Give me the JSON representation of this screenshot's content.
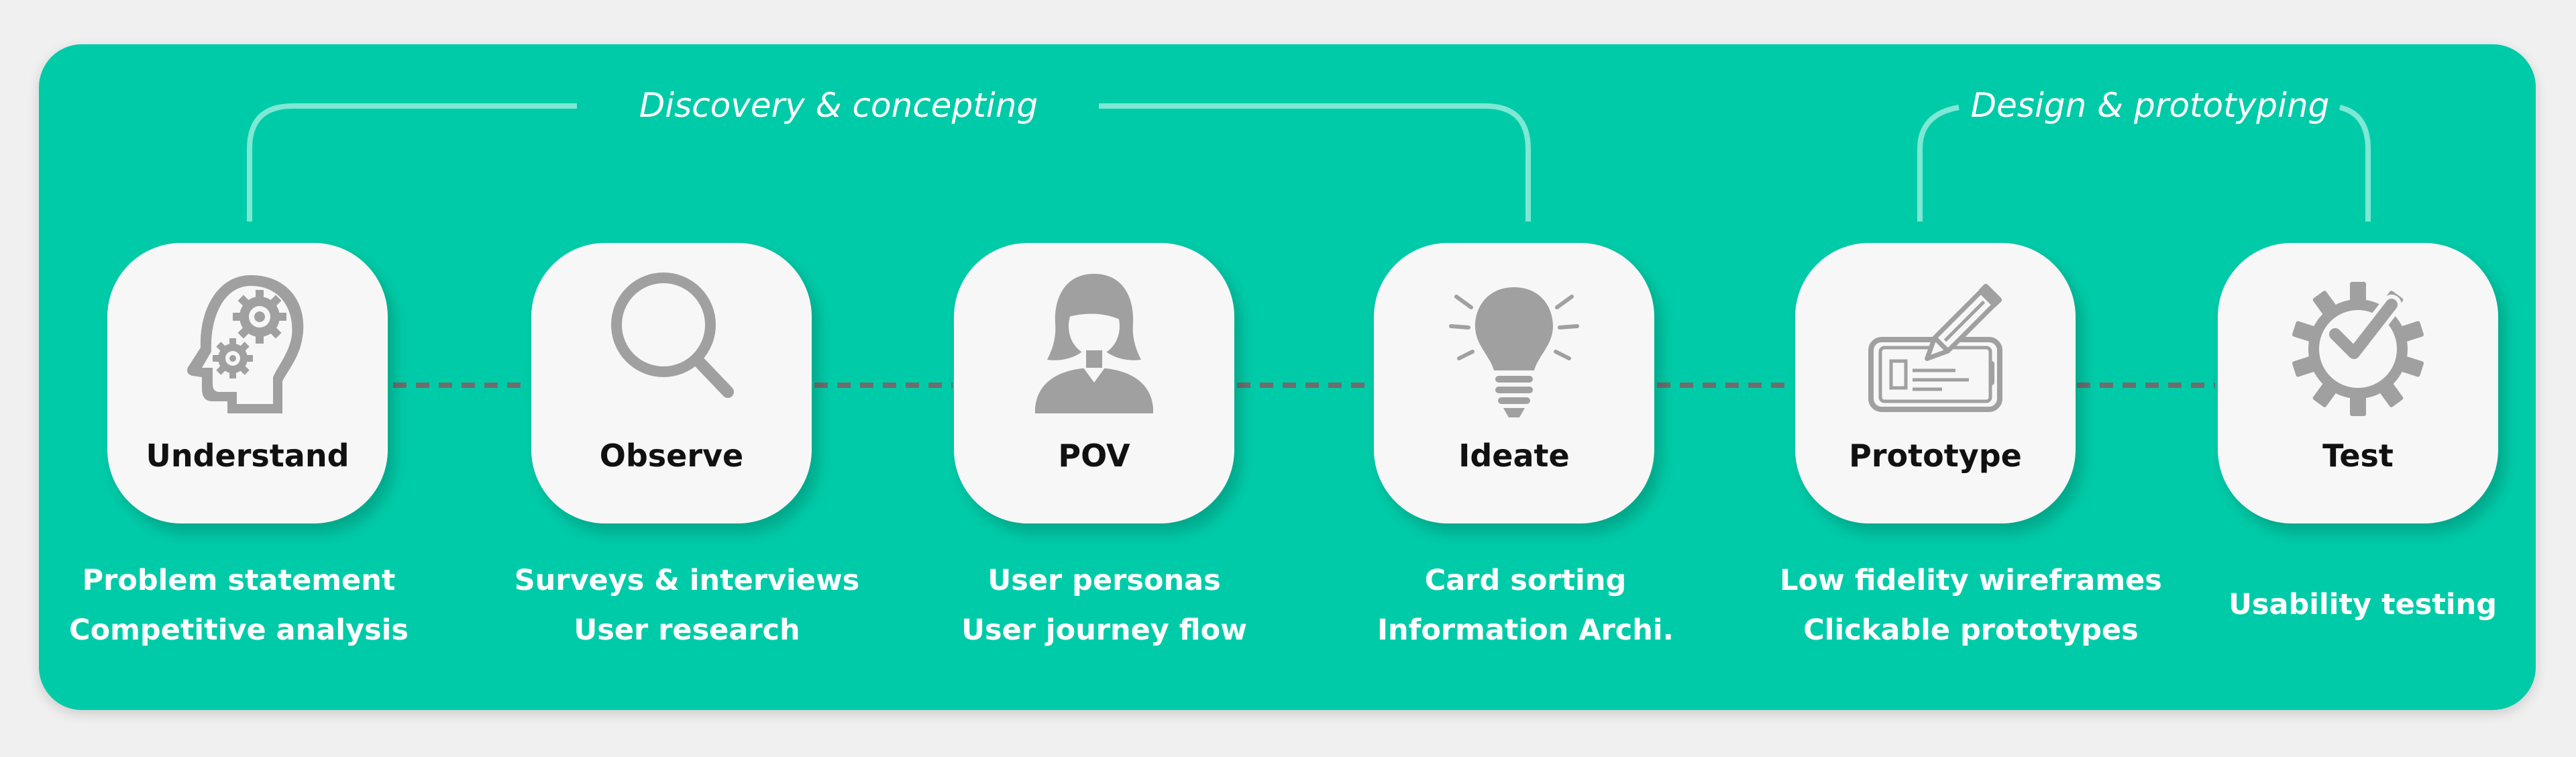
{
  "phases": [
    {
      "label": "Discovery & concepting"
    },
    {
      "label": "Design & prototyping"
    }
  ],
  "steps": [
    {
      "title": "Understand",
      "icon": "head-gears-icon",
      "activities": [
        "Problem statement",
        "Competitive analysis"
      ]
    },
    {
      "title": "Observe",
      "icon": "magnifier-icon",
      "activities": [
        "Surveys & interviews",
        "User research"
      ]
    },
    {
      "title": "POV",
      "icon": "persona-icon",
      "activities": [
        "User personas",
        "User journey flow"
      ]
    },
    {
      "title": "Ideate",
      "icon": "lightbulb-icon",
      "activities": [
        "Card sorting",
        "Information Archi."
      ]
    },
    {
      "title": "Prototype",
      "icon": "tablet-pen-icon",
      "activities": [
        "Low fidelity wireframes",
        "Clickable prototypes"
      ]
    },
    {
      "title": "Test",
      "icon": "gear-check-icon",
      "activities": [
        "Usability testing"
      ]
    }
  ],
  "colors": {
    "background": "#00cba8",
    "card": "#f7f7f7",
    "icon": "#a0a0a0",
    "connector": "#6e6e6e",
    "bracket": "#7ee8d4"
  }
}
